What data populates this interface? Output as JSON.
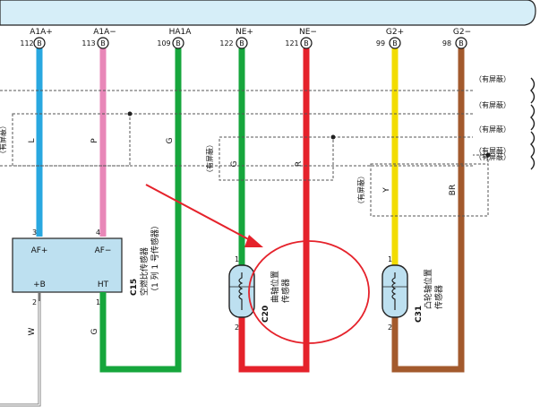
{
  "colors": {
    "header_bg": "#d6eef8",
    "ecu_box": "#bde0f0",
    "wire_blue": "#29a8e0",
    "wire_pink": "#e887b8",
    "wire_green": "#16a63c",
    "wire_red": "#e5222b",
    "wire_yellow": "#f2dc00",
    "wire_brown": "#a35a2d",
    "wire_white": "#888888",
    "annotation_red": "#e5222b"
  },
  "terminals": [
    {
      "name": "A1A+",
      "pin": "112",
      "badge": "B"
    },
    {
      "name": "A1A−",
      "pin": "113",
      "badge": "B"
    },
    {
      "name": "HA1A",
      "pin": "109",
      "badge": "B"
    },
    {
      "name": "NE+",
      "pin": "122",
      "badge": "B"
    },
    {
      "name": "NE−",
      "pin": "121",
      "badge": "B"
    },
    {
      "name": "G2+",
      "pin": "99",
      "badge": "B"
    },
    {
      "name": "G2−",
      "pin": "98",
      "badge": "B"
    }
  ],
  "shield_labels": [
    "（有屏蔽）",
    "（有屏蔽）",
    "（有屏蔽）",
    "（有屏蔽）",
    "（有屏蔽）"
  ],
  "shield_side_labels": [
    "（有屏蔽）",
    "（有屏蔽）",
    "（有屏蔽）"
  ],
  "wire_codes": {
    "a1a_plus": "L",
    "a1a_minus": "P",
    "ha1a": "G",
    "ne_plus": "G",
    "ne_minus": "R",
    "g2_plus": "Y",
    "g2_minus": "BR",
    "ht_out": "G",
    "b_out": "W"
  },
  "c15": {
    "code": "C15",
    "name": "空燃比传感器",
    "sub": "（1 列 1 号传感器）",
    "pin_af_plus": "AF+",
    "pin_af_minus": "AF−",
    "pin_b": "+B",
    "pin_ht": "HT",
    "num_3": "3",
    "num_4": "4",
    "num_2": "2",
    "num_1": "1"
  },
  "c20": {
    "code": "C20",
    "name_line1": "曲轴位置",
    "name_line2": "传感器",
    "num_1": "1",
    "num_2": "2"
  },
  "c31": {
    "code": "C31",
    "name_line1": "凸轮轴位置",
    "name_line2": "传感器",
    "num_1": "1",
    "num_2": "2"
  }
}
